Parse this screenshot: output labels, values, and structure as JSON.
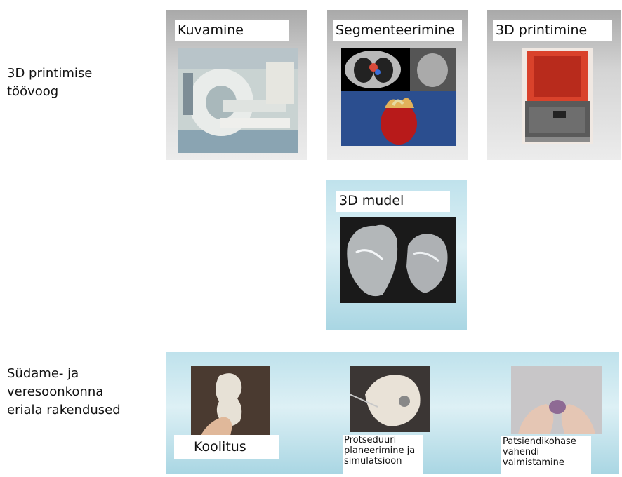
{
  "left_labels": {
    "workflow": [
      "3D printimise",
      "töövoog"
    ],
    "applications": [
      "Südame- ja",
      "veresoonkonna",
      "eriala rakendused"
    ]
  },
  "workflow_steps": [
    {
      "label": "Kuvamine"
    },
    {
      "label": "Segmenteerimine"
    },
    {
      "label": "3D printimine"
    }
  ],
  "model": {
    "label": "3D mudel"
  },
  "applications": [
    {
      "label": "Koolitus"
    },
    {
      "label": "Protseduuri planeerimine ja simulatsioon"
    },
    {
      "label": "Patsiendikohase vahendi valmistamine"
    }
  ],
  "colors": {
    "gray_card": "#d4d4d4",
    "blue_card": "#bfe2ec",
    "caption_bg": "#ffffff"
  }
}
